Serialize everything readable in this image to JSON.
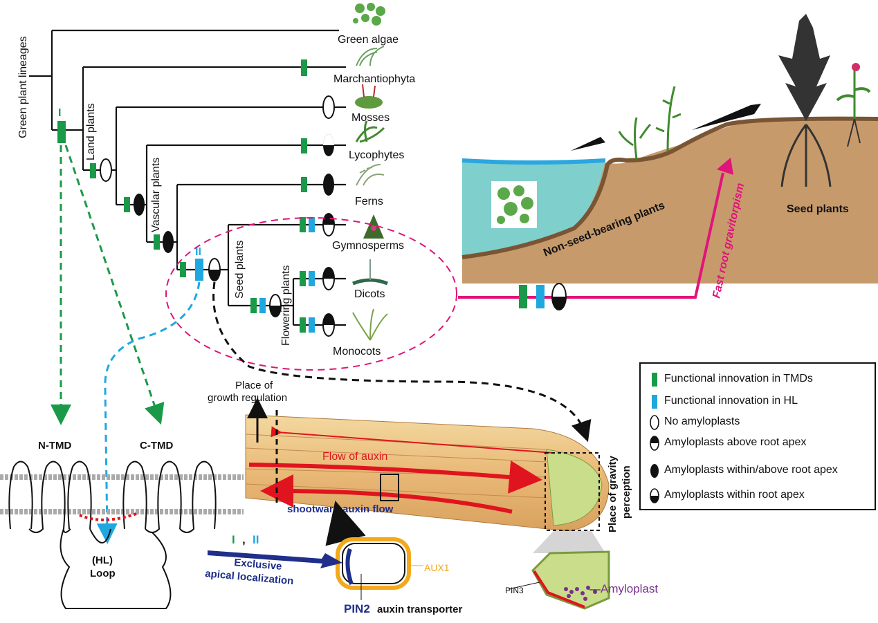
{
  "tree": {
    "root_label": "Green plant lineages",
    "clade_land": "Land plants",
    "clade_vascular": "Vascular plants",
    "clade_seed": "Seed plants",
    "clade_flowering": "Flowering plants",
    "innovation_I": "I",
    "innovation_II": "II",
    "taxa": [
      {
        "name": "Green algae"
      },
      {
        "name": "Marchantiophyta"
      },
      {
        "name": "Mosses"
      },
      {
        "name": "Lycophytes"
      },
      {
        "name": "Ferns"
      },
      {
        "name": "Gymnosperms"
      },
      {
        "name": "Dicots"
      },
      {
        "name": "Monocots"
      }
    ]
  },
  "landscape": {
    "non_seed_label": "Non-seed-bearing plants",
    "seed_label": "Seed plants",
    "gravitropism_label": "Fast root gravitorpism"
  },
  "protein": {
    "n_tmd": "N-TMD",
    "c_tmd": "C-TMD",
    "hl_label": "(HL)",
    "loop_label": "Loop"
  },
  "root": {
    "growth_regulation": [
      "Place of",
      "growth regulation"
    ],
    "flow_of_auxin": "Flow of auxin",
    "shootward_flow": "shootward auxin flow",
    "gravity_perception": [
      "Place of gravity",
      "perception"
    ],
    "innovations_mark": [
      "I",
      "II"
    ],
    "innovations_sep": ",",
    "exclusive": [
      "Exclusive",
      "apical  localization"
    ],
    "aux1": "AUX1",
    "pin2": "PIN2",
    "pin2_suffix": "auxin transporter",
    "pin3": "PIN3",
    "amyloplast": "Amyloplast"
  },
  "legend": {
    "items": [
      {
        "label": "Functional innovation in TMDs",
        "icon": "green-bar-icon",
        "color": "#1a9a48"
      },
      {
        "label": "Functional innovation in HL",
        "icon": "blue-bar-icon",
        "color": "#1fa7e0"
      },
      {
        "label": "No amyloplasts",
        "icon": "empty-oval-icon"
      },
      {
        "label": "Amyloplasts above root apex",
        "icon": "top-half-oval-icon"
      },
      {
        "label": "Amyloplasts within/above root apex",
        "icon": "filled-oval-icon"
      },
      {
        "label": "Amyloplasts within root apex",
        "icon": "bottom-half-oval-icon"
      }
    ]
  },
  "colors": {
    "green": "#1a9a48",
    "blue": "#1fa7e0",
    "magenta": "#e0147a",
    "navy": "#1f2f8a",
    "red": "#e0141e",
    "soil": "#c79a6c",
    "water": "#7fcfcd",
    "purple": "#7a2e8e",
    "orange": "#f2a91c"
  }
}
